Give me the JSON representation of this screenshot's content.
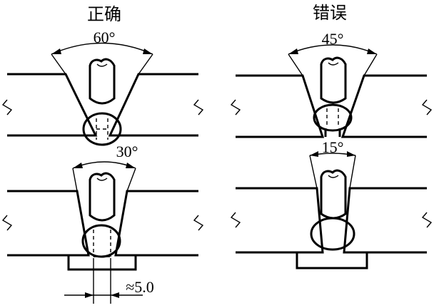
{
  "labels": {
    "correct": "正确",
    "wrong": "错误"
  },
  "angles": {
    "top_left": "60°",
    "top_right": "45°",
    "bottom_left": "30°",
    "bottom_right": "15°"
  },
  "dimension": {
    "gap": "≈5.0"
  }
}
